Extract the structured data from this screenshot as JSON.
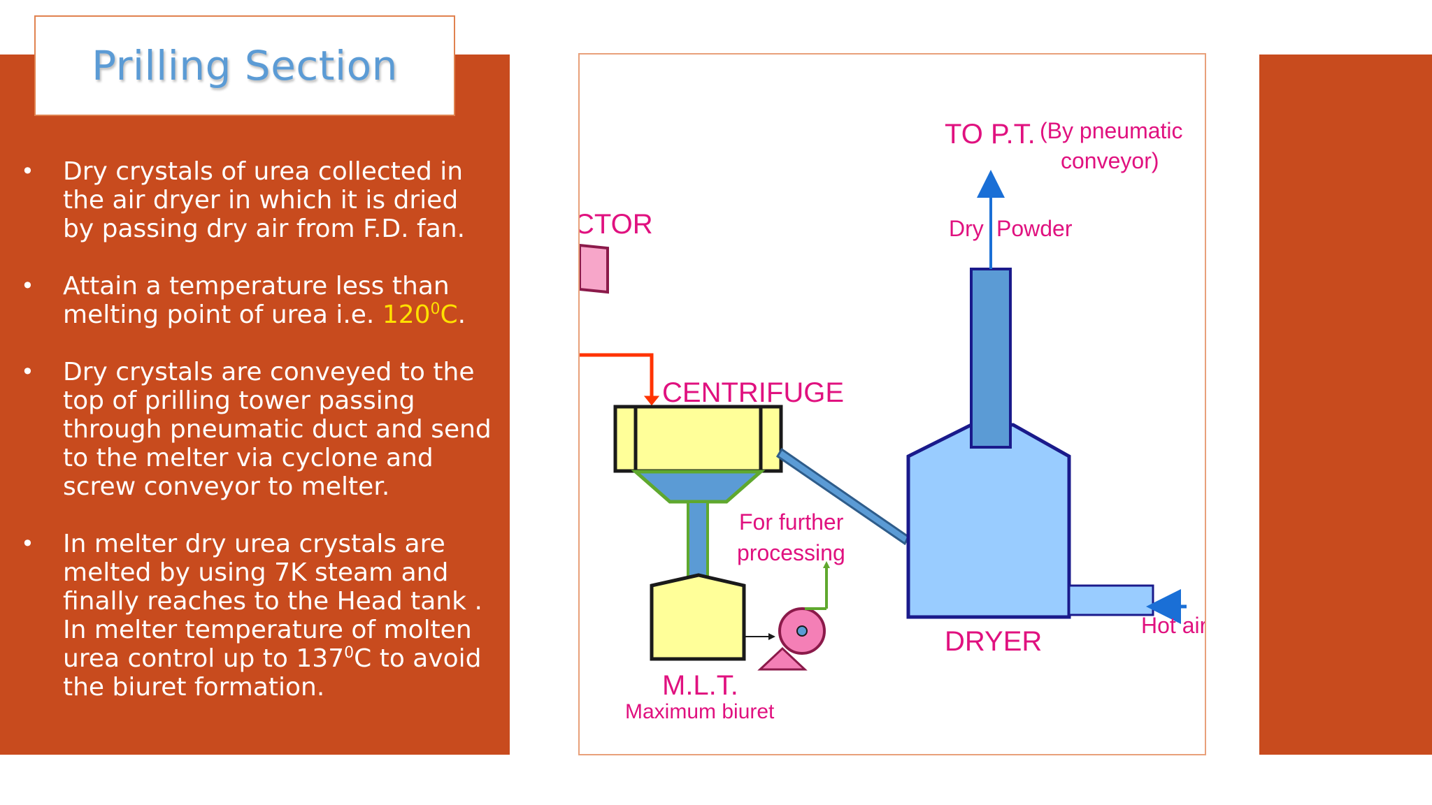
{
  "slide": {
    "title": "Prilling Section",
    "bullets": [
      {
        "text": "Dry crystals of urea collected in the air dryer in which it is dried by passing dry air from F.D. fan."
      },
      {
        "pre": "Attain a temperature less than melting point of urea i.e. ",
        "highlight_main": "120",
        "highlight_sup": "0",
        "highlight_end": "C",
        "post": "."
      },
      {
        "text": "Dry crystals are conveyed to the top of prilling tower passing through pneumatic duct and send to the melter via cyclone and screw conveyor to melter."
      },
      {
        "pre": "In melter dry urea crystals are melted by using 7K steam and finally reaches to the Head tank . In melter temperature of molten urea control up to 137",
        "sup": "0",
        "post": "C to avoid the biuret formation."
      }
    ],
    "bullet_symbol": "•"
  },
  "diagram": {
    "labels": {
      "to_pt": "TO P.T.",
      "by_pneumatic_1": "(By pneumatic",
      "by_pneumatic_2": "conveyor)",
      "dry": "Dry",
      "powder": "Powder",
      "reactor_fragment": "CTOR",
      "centrifuge": "CENTRIFUGE",
      "for_further": "For further",
      "processing": "processing",
      "dryer": "DRYER",
      "hot_air": "Hot air",
      "mlt": "M.L.T.",
      "maximum_biuret": "Maximum biuret"
    }
  },
  "colors": {
    "panel": "#C84B1E",
    "title": "#5B9BD5",
    "highlight": "#FFE100",
    "magenta_label": "#E0117F",
    "blue_equipment": "#5B9BD5",
    "light_blue": "#99CCFF",
    "yellow_equipment": "#FFFF99",
    "pump_pink": "#F47FB6",
    "red_line": "#FF3300",
    "arrow_blue": "#1A6FD6"
  }
}
